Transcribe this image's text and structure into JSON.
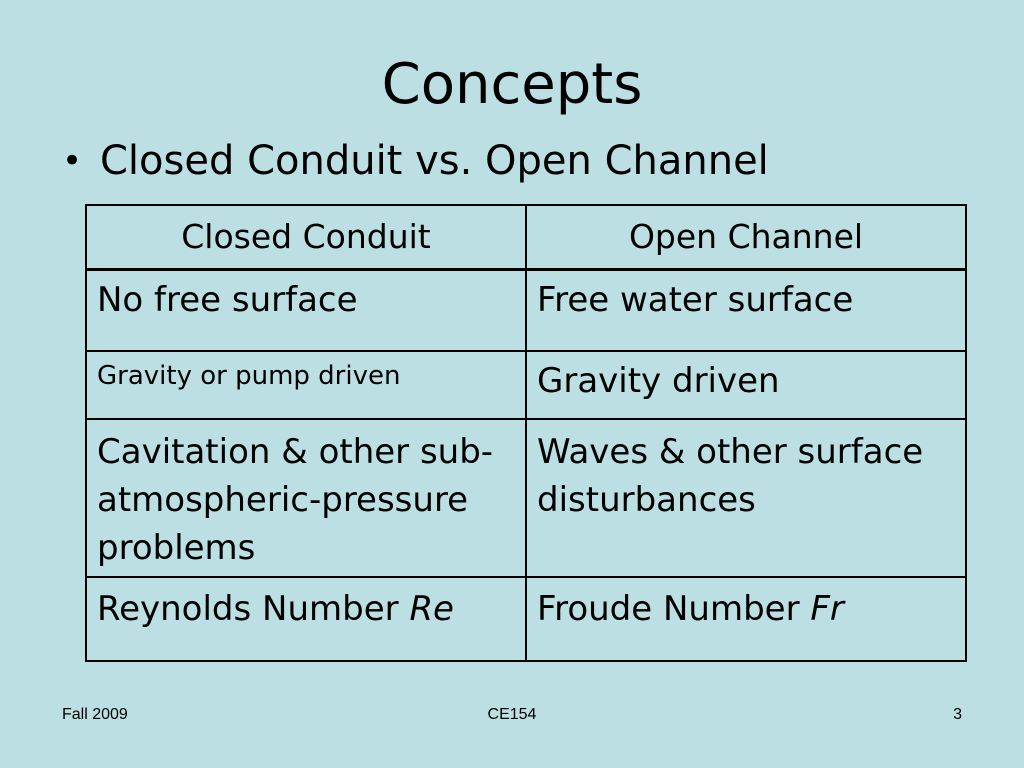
{
  "slide": {
    "title": "Concepts",
    "bullet": "Closed Conduit vs. Open Channel",
    "table": {
      "headers": [
        "Closed Conduit",
        "Open Channel"
      ],
      "rows": [
        {
          "left": "No free surface",
          "right": "Free water surface"
        },
        {
          "left": "Gravity or pump driven",
          "right": "Gravity driven"
        },
        {
          "left": "Cavitation & other sub-atmospheric-pressure problems",
          "right": "Waves & other surface disturbances"
        },
        {
          "left_text": "Reynolds Number ",
          "left_symbol": "Re",
          "right_text": "Froude Number ",
          "right_symbol": "Fr"
        }
      ]
    }
  },
  "footer": {
    "left": "Fall 2009",
    "center": "CE154",
    "right": "3"
  }
}
